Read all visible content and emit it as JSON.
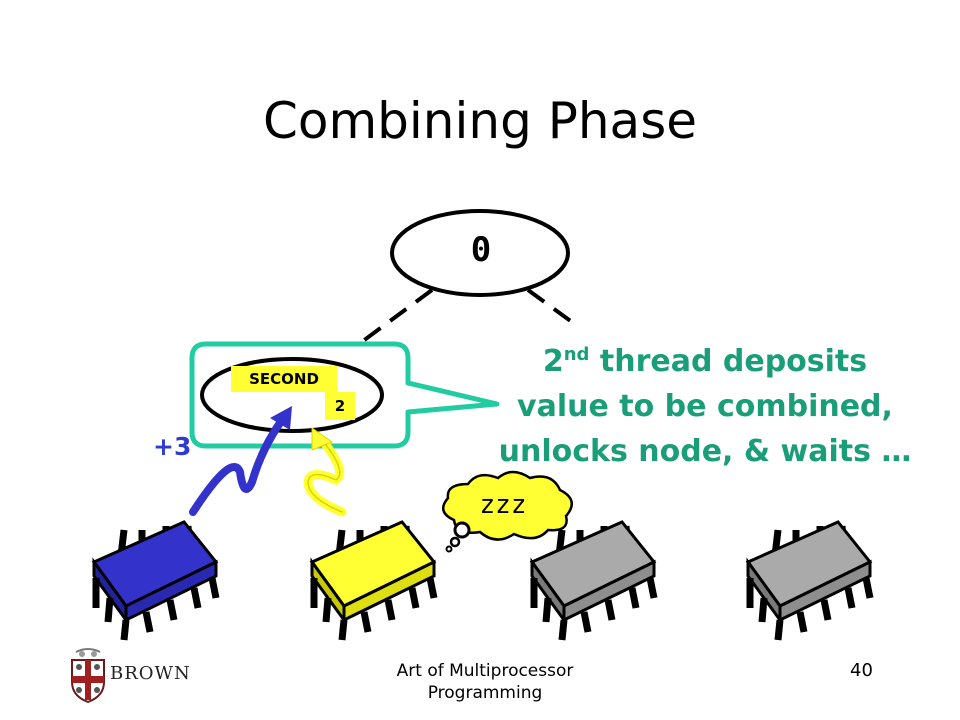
{
  "slide": {
    "title": "Combining Phase",
    "page_number": "40",
    "footer": "Art of Multiprocessor Programming"
  },
  "branding": {
    "logo_text": "BROWN",
    "logo_icon": "brown-crest-icon"
  },
  "tree": {
    "root_value": "0",
    "node_status": "SECOND",
    "node_second_value": "2"
  },
  "callout": {
    "line1_prefix": "2",
    "line1_sup": "nd",
    "line1_rest": " thread deposits",
    "line2": "value to be combined,",
    "line3": "unlocks node, & waits …",
    "color": "#1a9e7a"
  },
  "threads": {
    "increment_label": "+3",
    "sleep_label": "zzz",
    "colors": {
      "first": "#3333cc",
      "second": "#ffff33",
      "idle": "#aaaaaa"
    }
  }
}
